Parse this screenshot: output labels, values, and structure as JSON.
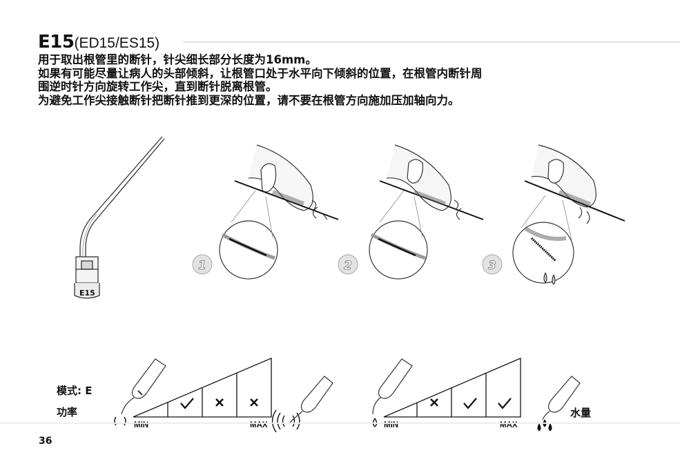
{
  "heading": {
    "code": "E15",
    "variants": "(ED15/ES15)"
  },
  "paragraphs": [
    "用于取出根管里的断针，针尖细长部分长度为16mm。",
    "如果有可能尽量让病人的头部倾斜，让根管口处于水平向下倾斜的位置，在根管内断针周",
    "围逆时针方向旋转工作尖，直到断针脱离根管。",
    "为避免工作尖接触断针把断针推到更深的位置，请不要在根管方向施加压加轴向力。"
  ],
  "tip_label": "E15",
  "steps": [
    "1",
    "2",
    "3"
  ],
  "settings": {
    "mode_label": "模式: E",
    "power_label": "功率",
    "water_label": "水量",
    "power_scale": {
      "min": "MIN",
      "max": "MAX",
      "marks": [
        "check",
        "cross",
        "cross"
      ]
    },
    "water_scale": {
      "min": "MIN",
      "max": "MAX",
      "marks": [
        "cross",
        "check",
        "check"
      ]
    }
  },
  "page_number": "36"
}
